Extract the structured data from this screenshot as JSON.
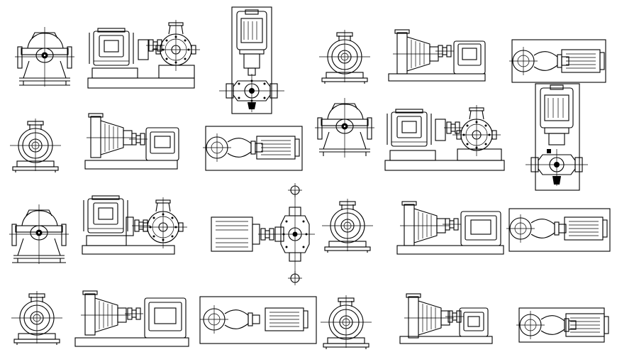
{
  "drawing": {
    "background": "#ffffff",
    "line_color": "#000000",
    "rows": [
      [
        "split-case-end-view",
        "horizontal-split-case-pump-set",
        "vertical-inline-pump-set",
        "end-suction-pump-end-view",
        "end-suction-pump-set",
        "inline-pump-plan-view"
      ],
      [
        "end-suction-pump-end-view",
        "end-suction-pump-set",
        "inline-pump-plan-view",
        "split-case-end-view",
        "horizontal-split-case-pump-set",
        "vertical-inline-pump-set"
      ],
      [
        "split-case-end-view",
        "horizontal-split-case-pump-set",
        "split-case-pump-plan-view",
        "end-suction-pump-end-view",
        "end-suction-pump-set",
        "inline-pump-plan-view"
      ],
      [
        "end-suction-pump-end-view",
        "end-suction-pump-set",
        "inline-pump-plan-view",
        "end-suction-pump-end-view",
        "end-suction-pump-set",
        "inline-pump-plan-view"
      ]
    ]
  }
}
